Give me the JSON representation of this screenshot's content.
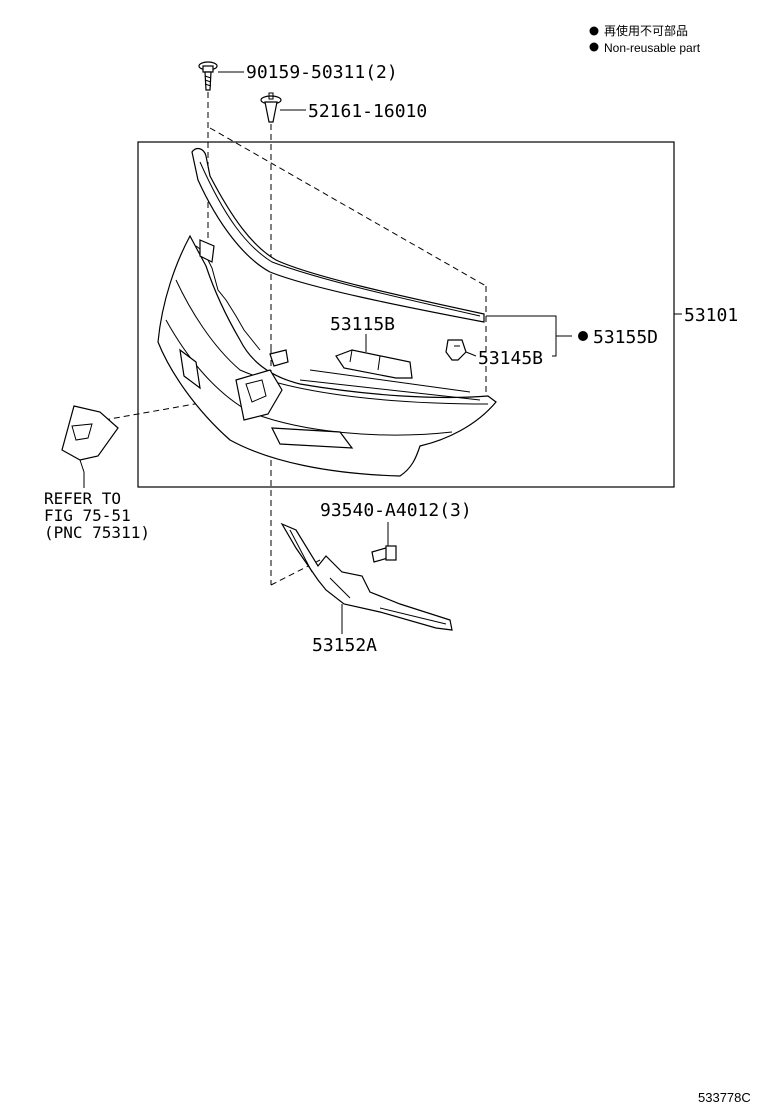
{
  "legend": {
    "items": [
      {
        "text": "再使用不可部品"
      },
      {
        "text": "Non-reusable part"
      }
    ]
  },
  "parts": {
    "bolt_90159": "90159-50311(2)",
    "clip_52161": "52161-16010",
    "assy_53101": "53101",
    "bracket_53115B": "53115B",
    "clip_53145B": "53145B",
    "set_53155D": "53155D",
    "screw_93540": "93540-A4012(3)",
    "bracket_53152A": "53152A"
  },
  "refer": {
    "line1": "REFER TO",
    "line2": "FIG 75-51",
    "line3": "(PNC 75311)"
  },
  "diagram_id": "533778C"
}
